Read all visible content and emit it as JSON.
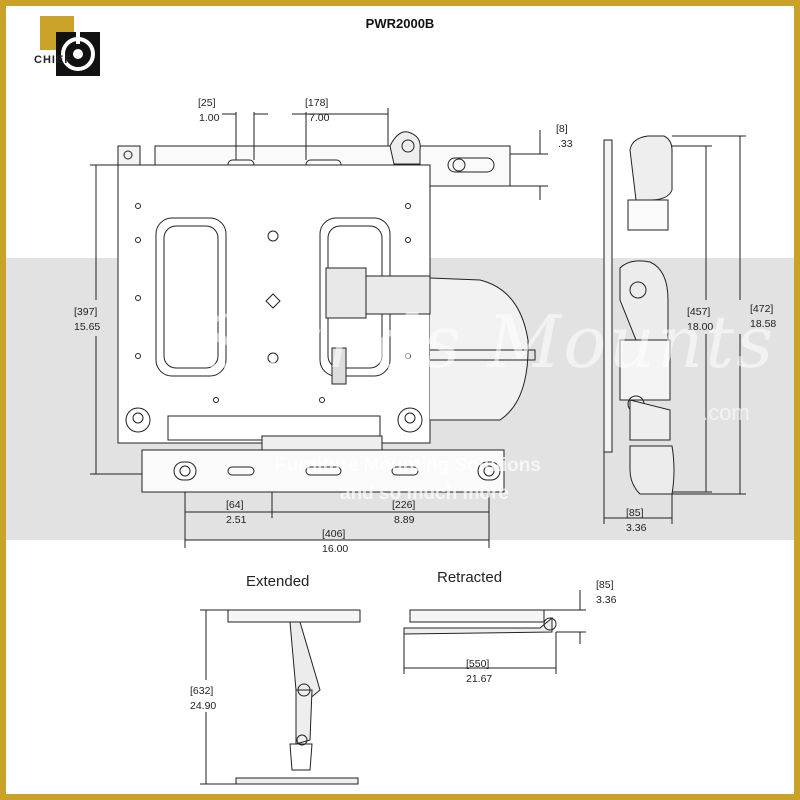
{
  "brand": {
    "logo_text": "CHIEF"
  },
  "title": "PWR2000B",
  "watermark": {
    "brand": "Stands Mounts",
    "domain": ".com",
    "tagline_1": "Furniture Mounting Solutions",
    "tagline_2": "and so much more"
  },
  "front_view": {
    "dim_25_mm": "[25]",
    "dim_25_in": "1.00",
    "dim_178_mm": "[178]",
    "dim_178_in": "7.00",
    "dim_8_mm": "[8]",
    "dim_8_in": ".33",
    "dim_397_mm": "[397]",
    "dim_397_in": "15.65",
    "dim_64_mm": "[64]",
    "dim_64_in": "2.51",
    "dim_226_mm": "[226]",
    "dim_226_in": "8.89",
    "dim_406_mm": "[406]",
    "dim_406_in": "16.00"
  },
  "side_view": {
    "dim_457_mm": "[457]",
    "dim_457_in": "18.00",
    "dim_472_mm": "[472]",
    "dim_472_in": "18.58",
    "dim_85_mm": "[85]",
    "dim_85_in": "3.36"
  },
  "extended_view": {
    "label": "Extended",
    "dim_632_mm": "[632]",
    "dim_632_in": "24.90"
  },
  "retracted_view": {
    "label": "Retracted",
    "dim_85_mm": "[85]",
    "dim_85_in": "3.36",
    "dim_550_mm": "[550]",
    "dim_550_in": "21.67"
  }
}
